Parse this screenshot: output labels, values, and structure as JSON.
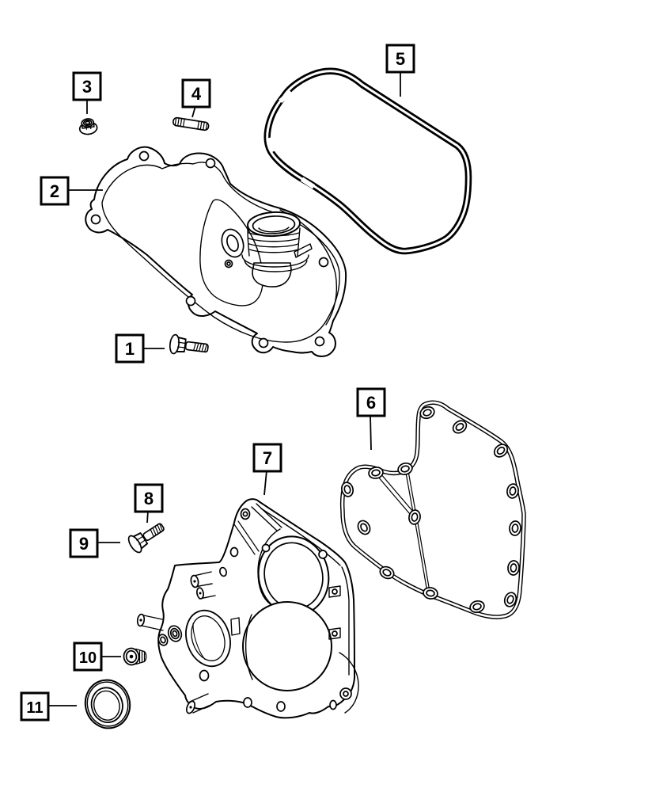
{
  "diagram": {
    "kind": "exploded-parts-diagram",
    "background_color": "#ffffff",
    "line_color": "#000000",
    "callouts": [
      {
        "label": "1",
        "part": "front-cover-bolt"
      },
      {
        "label": "2",
        "part": "front-cover"
      },
      {
        "label": "3",
        "part": "flange-nut"
      },
      {
        "label": "4",
        "part": "double-end-stud"
      },
      {
        "label": "5",
        "part": "front-cover-gasket"
      },
      {
        "label": "6",
        "part": "timing-cover-gasket"
      },
      {
        "label": "7",
        "part": "timing-chain-cover"
      },
      {
        "label": "8",
        "part": "timing-cover-bolt-upper"
      },
      {
        "label": "9",
        "part": "timing-cover-bolt"
      },
      {
        "label": "10",
        "part": "threaded-plug"
      },
      {
        "label": "11",
        "part": "crankshaft-oil-seal"
      }
    ]
  }
}
